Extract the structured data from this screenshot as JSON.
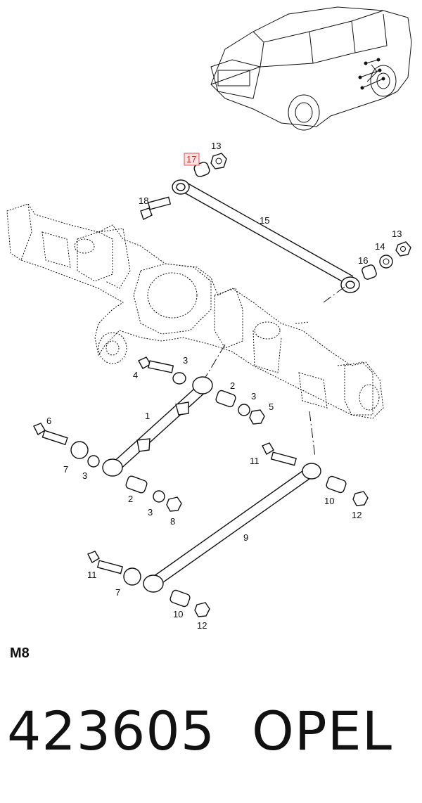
{
  "diagram": {
    "callouts": {
      "c17": "17",
      "c13a": "13",
      "c18": "18",
      "c15": "15",
      "c13b": "13",
      "c14": "14",
      "c16": "16",
      "c4": "4",
      "c3a": "3",
      "c2a": "2",
      "c3b": "3",
      "c5": "5",
      "c1": "1",
      "c6": "6",
      "c7a": "7",
      "c3c": "3",
      "c2b": "2",
      "c3d": "3",
      "c8": "8",
      "c11a": "11",
      "c10a": "10",
      "c12a": "12",
      "c9": "9",
      "c11b": "11",
      "c7b": "7",
      "c10b": "10",
      "c12b": "12"
    },
    "highlighted_callout": "17"
  },
  "code_label": "M8",
  "part_number": "423605",
  "brand": "OPEL"
}
